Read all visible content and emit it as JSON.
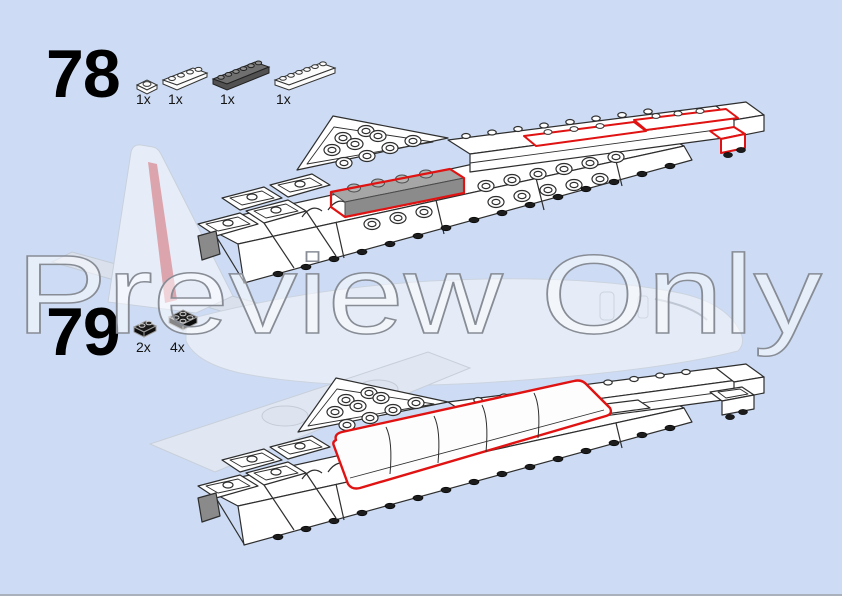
{
  "page": {
    "watermark": "Preview Only",
    "background_color": "#cddcf4",
    "highlight_color": "#e01212",
    "bottom_edge_color": "#a9b1bd"
  },
  "steps": [
    {
      "number": "78",
      "parts": [
        {
          "count": "1x",
          "part": "white-plate-1x1"
        },
        {
          "count": "1x",
          "part": "white-plate-1x4"
        },
        {
          "count": "1x",
          "part": "dark-gray-plate-1x6"
        },
        {
          "count": "1x",
          "part": "white-plate-1x6"
        }
      ],
      "diagram": "wing-assembly-with-red-highlighted-new-plates"
    },
    {
      "number": "79",
      "parts": [
        {
          "count": "2x",
          "part": "black-plate-1x2"
        },
        {
          "count": "4x",
          "part": "black-plate-2x2"
        }
      ],
      "diagram": "wing-assembly-with-red-highlighted-curved-slopes"
    }
  ]
}
